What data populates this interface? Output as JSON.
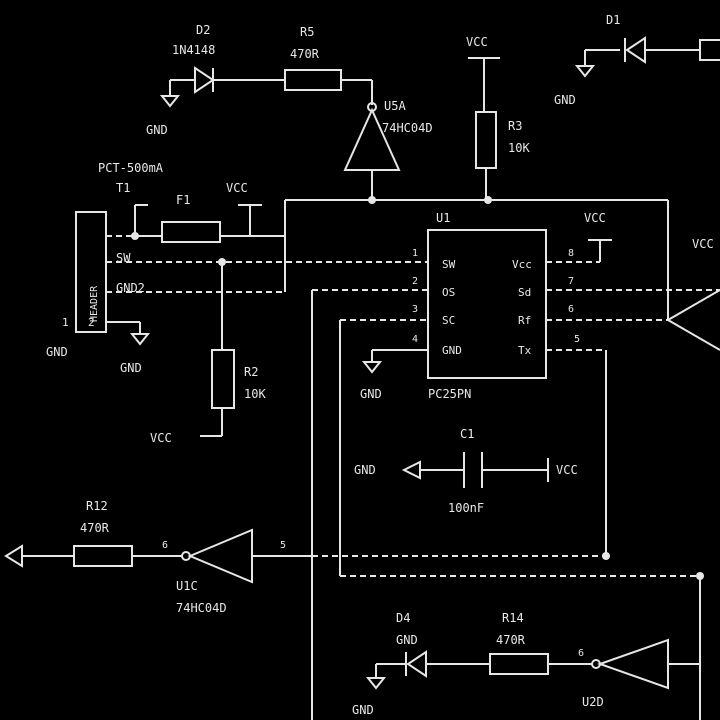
{
  "colors": {
    "background": "#000000",
    "wire": "#e6e6e6",
    "text": "#e8e8e8"
  },
  "labels": {
    "d2": "D2",
    "d2_part": "1N4148",
    "r5": "R5",
    "r5_val": "470R",
    "vcc_top": "VCC",
    "d1": "D1",
    "gnd_d2": "GND",
    "u5a": "U5A",
    "u5a_part": "74HC04D",
    "r3": "R3",
    "r3_val": "10K",
    "gnd_d1": "GND",
    "jp1": "PCT-500mA",
    "t1": "T1",
    "f1": "F1",
    "vcc_f1": "VCC",
    "header": "HEADER",
    "sw": "SW",
    "gnd2": "GND2",
    "gnd_hdr": "GND",
    "gnd_pin": "GND",
    "n1": "1",
    "n2": "2",
    "r2": "R2",
    "r2_val": "10K",
    "vcc_r2": "VCC",
    "u1": "U1",
    "u1_part": "PC25PN",
    "pin_sw": "SW",
    "pin_os": "OS",
    "pin_sc": "SC",
    "pin_gnd": "GND",
    "pin_vcc": "Vcc",
    "pin_sd": "Sd",
    "pin_rf": "Rf",
    "pin_tx": "Tx",
    "p1": "1",
    "p2": "2",
    "p3": "3",
    "p4": "4",
    "p5": "5",
    "p6": "6",
    "p7": "7",
    "p8": "8",
    "gnd_u1": "GND",
    "vcc_u1": "VCC",
    "c1": "C1",
    "c1_val": "100nF",
    "gnd_c1": "GND",
    "vcc_c1": "VCC",
    "r12": "R12",
    "r12_val": "470R",
    "u1c": "U1C",
    "u1c_part": "74HC04D",
    "pin_6": "6",
    "pin_5": "5",
    "d4": "D4",
    "d4_part": "GND",
    "r14": "R14",
    "r14_val": "470R",
    "pin_b": "6",
    "u2d": "U2D",
    "gnd_d4": "GND",
    "vcc_cut": "VCC"
  }
}
